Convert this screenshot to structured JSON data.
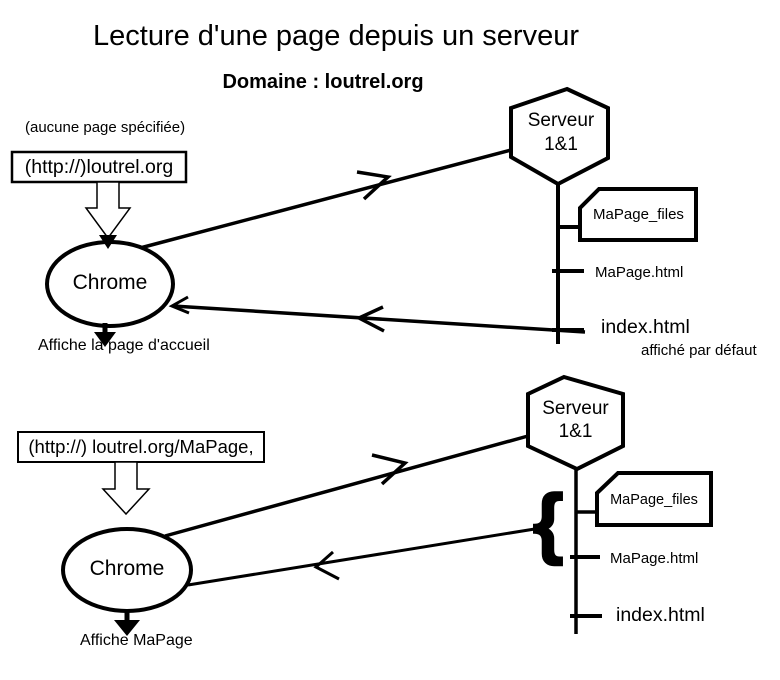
{
  "colors": {
    "ink": "#000000",
    "background": "#ffffff"
  },
  "header": {
    "title": "Lecture d'une page depuis un serveur",
    "subtitle": "Domaine : loutrel.org"
  },
  "top": {
    "note": "(aucune page spécifiée)",
    "url": "(http://)loutrel.org",
    "browser": "Chrome",
    "result": "Affiche la page d'accueil",
    "server_line1": "Serveur",
    "server_line2": "1&1",
    "folder": "MaPage_files",
    "file_page": "MaPage.html",
    "file_index": "index.html",
    "index_note": "affiché par défaut"
  },
  "bottom": {
    "url": "(http://) loutrel.org/MaPage,",
    "browser": "Chrome",
    "result": "Affiche MaPage",
    "server_line1": "Serveur",
    "server_line2": "1&1",
    "folder": "MaPage_files",
    "file_page": "MaPage.html",
    "file_index": "index.html",
    "brace": "{"
  }
}
